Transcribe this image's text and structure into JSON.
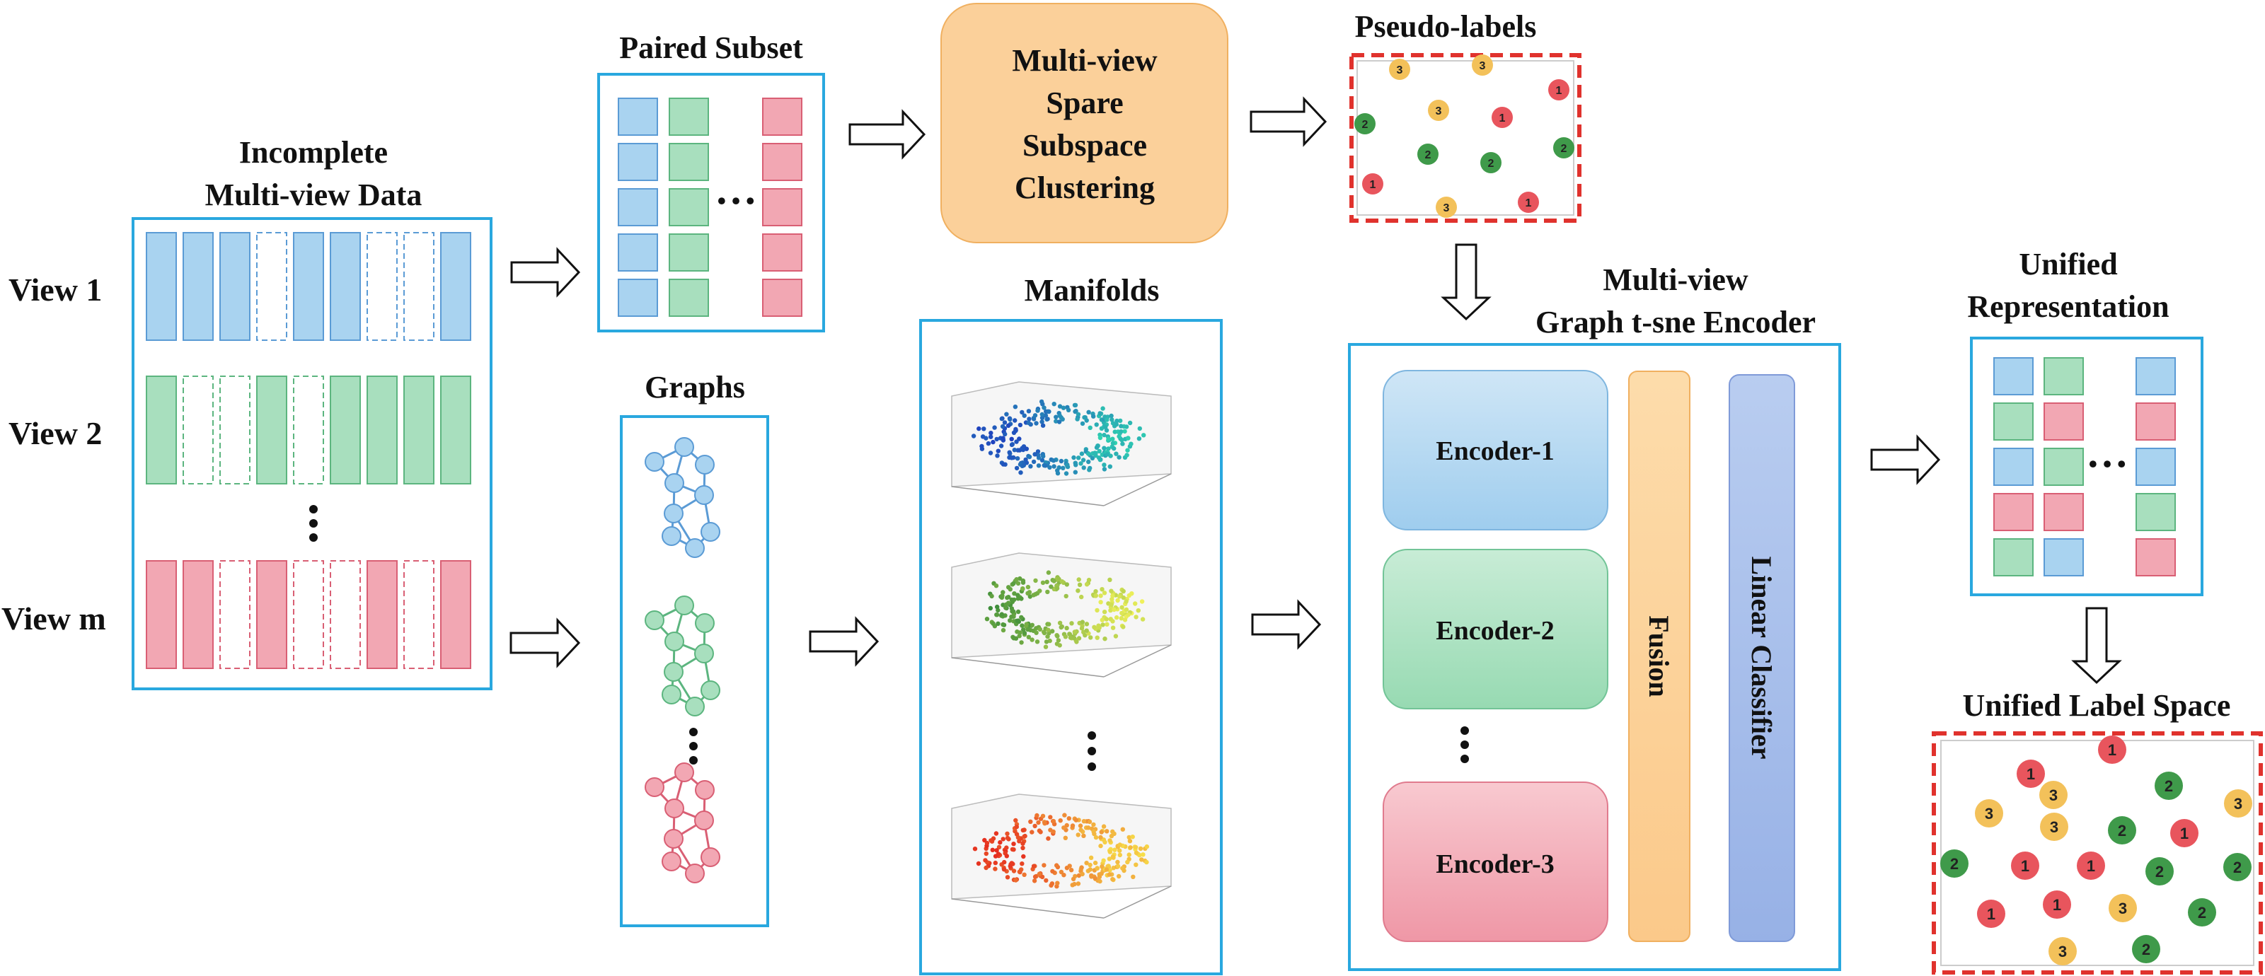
{
  "colors": {
    "blue_fill": "#a9d3f0",
    "blue_stroke": "#5b9bd5",
    "green_fill": "#a8dfbe",
    "green_stroke": "#5cb57f",
    "pink_fill": "#f2a7b3",
    "pink_stroke": "#d95f74",
    "frame": "#29a8df",
    "cluster_fill": "#fbd09a",
    "cluster_stroke": "#f0b060",
    "fusion_fill": "#fcd29a",
    "linear_fill": "#a7bde8",
    "dashed_red": "#e0322d",
    "dot_red": "#e8555d",
    "dot_green": "#3f9a4a",
    "dot_yellow": "#f3c15a"
  },
  "labels": {
    "incomplete_line1": "Incomplete",
    "incomplete_line2": "Multi-view Data",
    "view1": "View 1",
    "view2": "View 2",
    "viewm": "View m",
    "paired_subset": "Paired Subset",
    "graphs": "Graphs",
    "manifolds": "Manifolds",
    "cluster_line1": "Multi-view",
    "cluster_line2": "Spare",
    "cluster_line3": "Subspace",
    "cluster_line4": "Clustering",
    "pseudo_labels": "Pseudo-labels",
    "encoder_title_line1": "Multi-view",
    "encoder_title_line2": "Graph t-sne Encoder",
    "encoder1": "Encoder-1",
    "encoder2": "Encoder-2",
    "encoder3": "Encoder-3",
    "fusion": "Fusion",
    "linear_classifier": "Linear Classifier",
    "unified_rep_line1": "Unified",
    "unified_rep_line2": "Representation",
    "unified_label_space": "Unified Label Space",
    "ellipsis": "…"
  },
  "pseudo_points": [
    "3",
    "3",
    "1",
    "3",
    "2",
    "1",
    "2",
    "2",
    "2",
    "1",
    "3",
    "1"
  ],
  "unified_points": [
    "1",
    "1",
    "3",
    "2",
    "3",
    "3",
    "3",
    "2",
    "1",
    "2",
    "1",
    "1",
    "2",
    "2",
    "1",
    "1",
    "3",
    "2",
    "3",
    "2"
  ]
}
